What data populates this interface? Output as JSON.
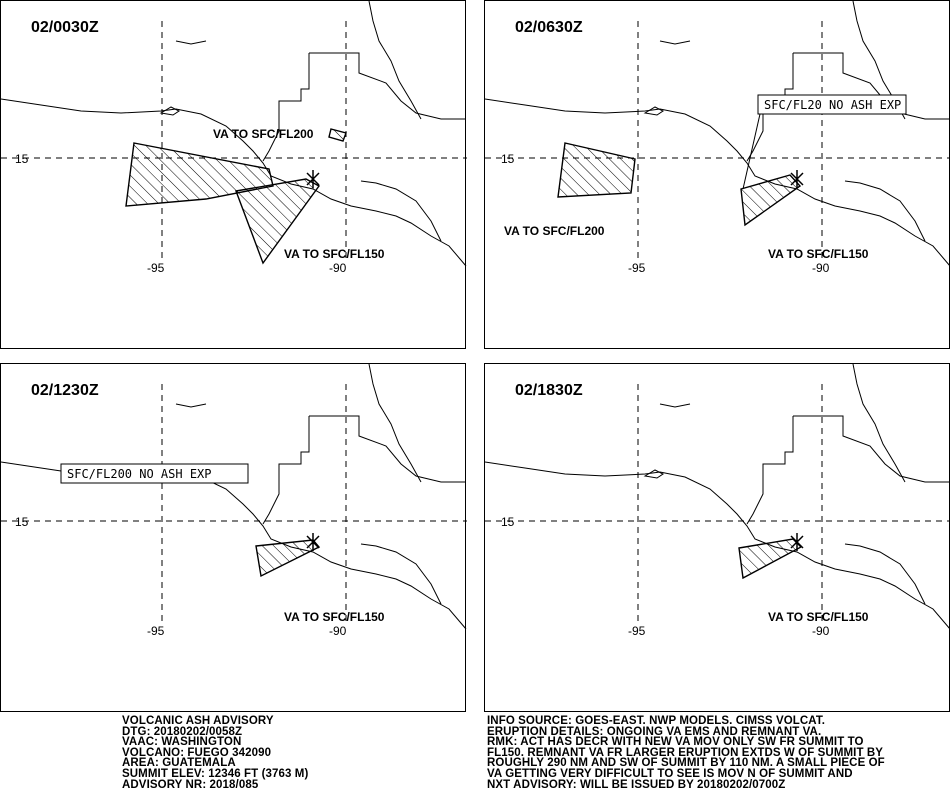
{
  "panels": [
    {
      "time": "02/0030Z",
      "lat_label": "15",
      "lon_labels": [
        "-95",
        "-90"
      ],
      "labels": [
        "VA TO SFC/FL200",
        "VA TO SFC/FL150"
      ],
      "boxed_label": ""
    },
    {
      "time": "02/0630Z",
      "lat_label": "15",
      "lon_labels": [
        "-95",
        "-90"
      ],
      "labels": [
        "VA TO SFC/FL200",
        "VA TO SFC/FL150"
      ],
      "boxed_label": "SFC/FL20 NO ASH EXP"
    },
    {
      "time": "02/1230Z",
      "lat_label": "15",
      "lon_labels": [
        "-95",
        "-90"
      ],
      "labels": [
        "VA TO SFC/FL150"
      ],
      "boxed_label": "SFC/FL200 NO ASH EXP"
    },
    {
      "time": "02/1830Z",
      "lat_label": "15",
      "lon_labels": [
        "-95",
        "-90"
      ],
      "labels": [
        "VA TO SFC/FL150"
      ],
      "boxed_label": ""
    }
  ],
  "advisory_left": [
    "VOLCANIC ASH ADVISORY",
    "DTG: 20180202/0058Z",
    "VAAC: WASHINGTON",
    "VOLCANO: FUEGO 342090",
    "AREA: GUATEMALA",
    "SUMMIT ELEV: 12346 FT (3763 M)",
    "ADVISORY NR: 2018/085"
  ],
  "advisory_right": [
    "INFO SOURCE: GOES-EAST. NWP MODELS. CIMSS VOLCAT.",
    "ERUPTION DETAILS: ONGOING VA EMS AND REMNANT VA.",
    "RMK: ACT HAS DECR WITH NEW VA MOV ONLY SW FR SUMMIT TO",
    "FL150. REMNANT VA FR LARGER ERUPTION EXTDS W OF SUMMIT BY",
    "ROUGHLY 290 NM AND SW OF SUMMIT BY 110 NM. A SMALL PIECE OF",
    "VA GETTING VERY DIFFICULT TO SEE IS MOV N OF SUMMIT AND",
    "NXT ADVISORY: WILL BE ISSUED BY 20180202/0700Z"
  ]
}
